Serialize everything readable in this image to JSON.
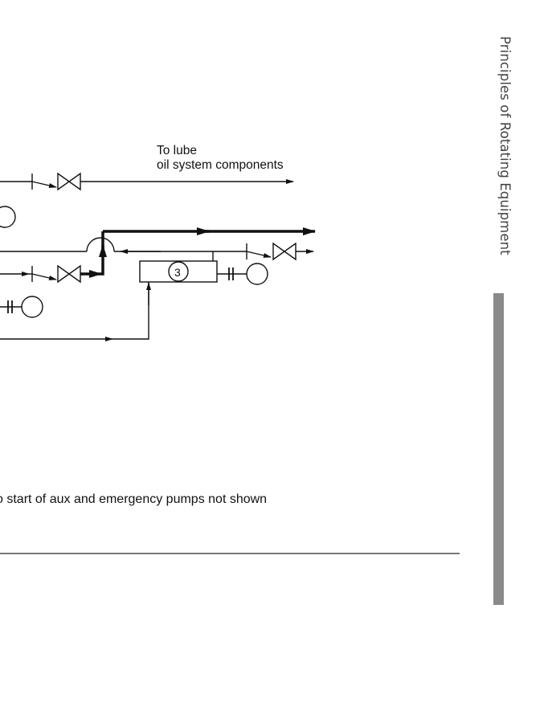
{
  "diagram": {
    "label_to_lube_line1": "To lube",
    "label_to_lube_line2": "oil system components",
    "component_number": "3",
    "note": "o start of aux and emergency pumps not shown"
  },
  "sidebar": {
    "running_title": "Principles of Rotating Equipment"
  },
  "colors": {
    "ink": "#111111",
    "side_bar": "#8a8a8a",
    "side_text": "#444444"
  }
}
